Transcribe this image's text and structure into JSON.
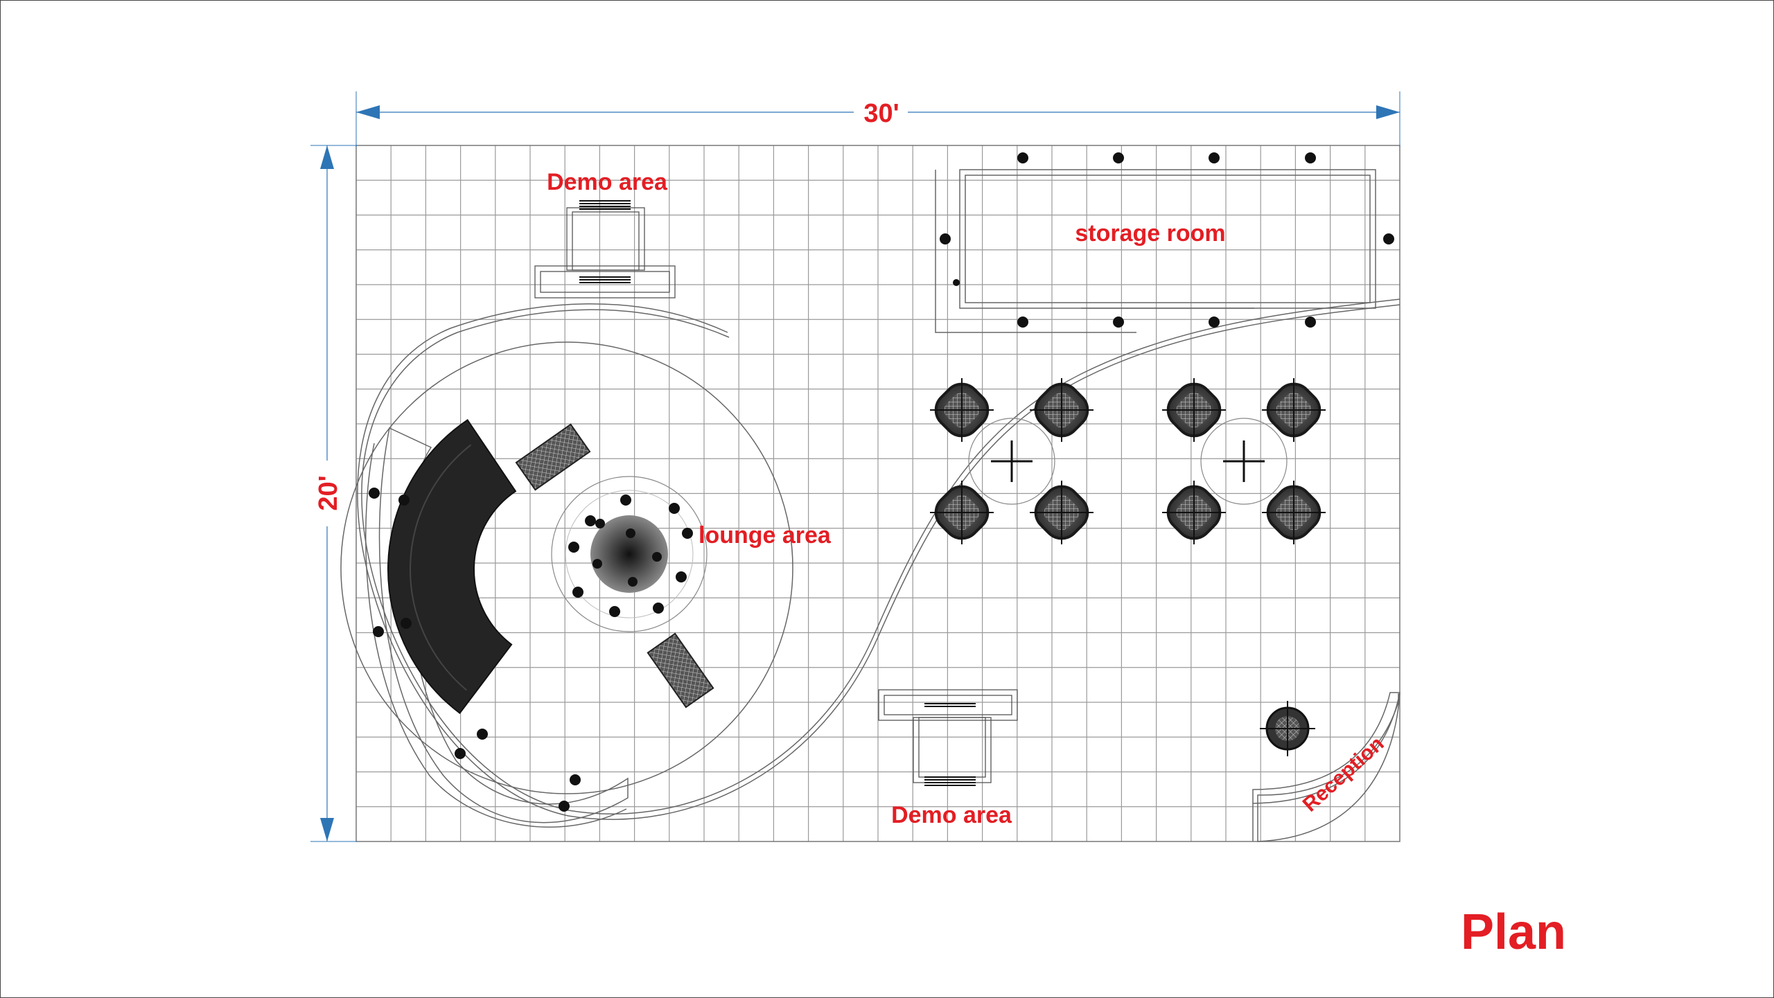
{
  "dimensions": {
    "width_label": "30'",
    "height_label": "20'"
  },
  "areas": {
    "demo_top": "Demo area",
    "demo_bottom": "Demo area",
    "storage": "storage room",
    "lounge": "lounge area",
    "reception": "Reception"
  },
  "page_title": "Plan",
  "colors": {
    "label": "#e31e24",
    "dimension_arrow": "#2e75b6",
    "grid": "#9a9a9a",
    "furniture": "#2a2a2a"
  }
}
